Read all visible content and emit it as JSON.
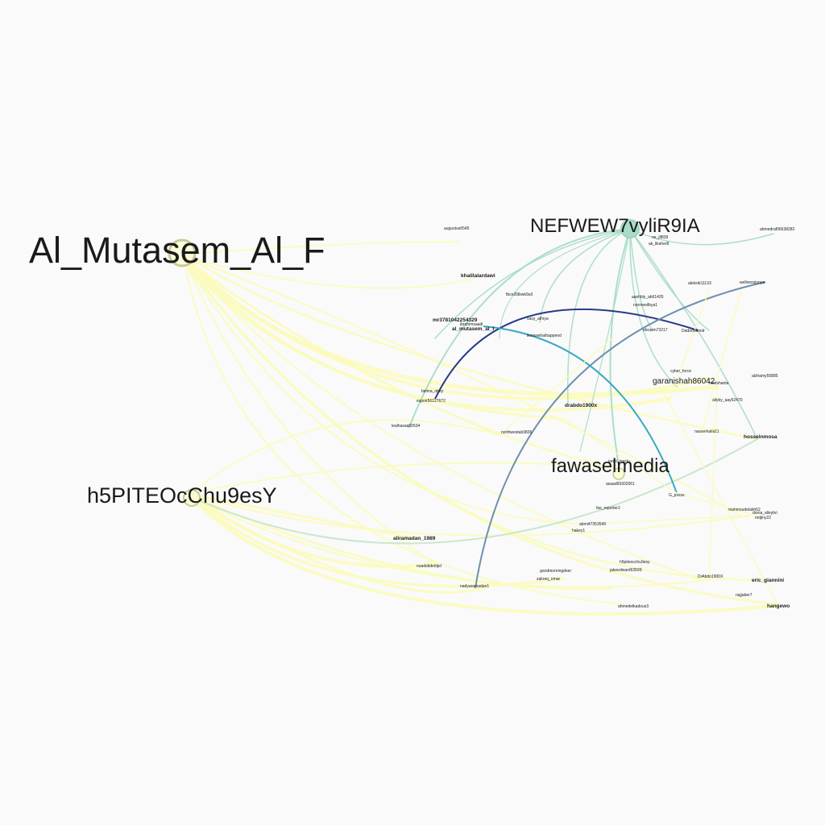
{
  "graph": {
    "nodes": [
      {
        "id": "Al_Mutasem_Al_F",
        "size": "huge",
        "color": "#fbfbd6",
        "stroke": "#c8c89a"
      },
      {
        "id": "NEFWEW7vyliR9IA",
        "size": "hub",
        "color": "#a8dcc6",
        "stroke": "#9fd3bd"
      },
      {
        "id": "h5PITEOcChu9esY",
        "size": "big",
        "color": "#fbfbd6",
        "stroke": "#c8c89a"
      },
      {
        "id": "fawaselmedia",
        "size": "big",
        "color": "#fbfbd6",
        "stroke": "#c8c89a"
      },
      {
        "id": "augustus6545",
        "size": "tiny"
      },
      {
        "id": "khalilalardawi",
        "size": "bold"
      },
      {
        "id": "ahmedraf06638282",
        "size": "tiny"
      },
      {
        "id": "ne_jlf839",
        "size": "tiny"
      },
      {
        "id": "ak_liksher8",
        "size": "tiny"
      },
      {
        "id": "fbcn26lbwk9u0",
        "size": "tiny"
      },
      {
        "id": "aleksib11133",
        "size": "tiny"
      },
      {
        "id": "wellnessjonya",
        "size": "tiny"
      },
      {
        "id": "aashbly_ab61435",
        "size": "tiny"
      },
      {
        "id": "normeeilbya1",
        "size": "tiny"
      },
      {
        "id": "mr3781042254329",
        "size": "bold"
      },
      {
        "id": "sasy_alhrya",
        "size": "tiny"
      },
      {
        "id": "ibrahimsaadi",
        "size": "tiny"
      },
      {
        "id": "al_mutasem_al_f",
        "size": "bold"
      },
      {
        "id": "iknowwhathappend",
        "size": "tiny"
      },
      {
        "id": "ebrazm72217",
        "size": "tiny"
      },
      {
        "id": "Dadoohamid",
        "size": "tiny"
      },
      {
        "id": "cyber_force",
        "size": "tiny"
      },
      {
        "id": "garanishah86042",
        "size": "big-mid"
      },
      {
        "id": "haidshanta",
        "size": "tiny"
      },
      {
        "id": "alzhamy55885",
        "size": "tiny"
      },
      {
        "id": "fatima_obey",
        "size": "tiny"
      },
      {
        "id": "espoir56127672",
        "size": "tiny"
      },
      {
        "id": "drabdo1900x",
        "size": "bold"
      },
      {
        "id": "allyby_aay52470",
        "size": "tiny"
      },
      {
        "id": "lealhasaq60534",
        "size": "tiny"
      },
      {
        "id": "northwestab3836",
        "size": "tiny"
      },
      {
        "id": "nasserkaila11",
        "size": "tiny"
      },
      {
        "id": "hosselnmosa",
        "size": "bold"
      },
      {
        "id": "janet_lanslu",
        "size": "tiny"
      },
      {
        "id": "asaad69302061",
        "size": "tiny"
      },
      {
        "id": "G_pssss",
        "size": "tiny"
      },
      {
        "id": "fas_reporter2",
        "size": "tiny"
      },
      {
        "id": "mahmoudelakh62",
        "size": "tiny"
      },
      {
        "id": "donia_alleybri",
        "size": "tiny"
      },
      {
        "id": "mdjiny22",
        "size": "tiny"
      },
      {
        "id": "abmi47353549",
        "size": "tiny"
      },
      {
        "id": "hakey1",
        "size": "tiny"
      },
      {
        "id": "aliramadan_1989",
        "size": "bold"
      },
      {
        "id": "ouadsbdeldjel",
        "size": "tiny"
      },
      {
        "id": "h5piteocchu9esy",
        "size": "tiny"
      },
      {
        "id": "goodmorningdeer",
        "size": "tiny"
      },
      {
        "id": "jakeedward63599",
        "size": "tiny"
      },
      {
        "id": "zakreq_omar",
        "size": "tiny"
      },
      {
        "id": "DrAbdo1900X",
        "size": "tiny"
      },
      {
        "id": "eric_giannini",
        "size": "bold"
      },
      {
        "id": "nadyaramadan1",
        "size": "tiny"
      },
      {
        "id": "najjaber7",
        "size": "tiny"
      },
      {
        "id": "ahmedelkadous3",
        "size": "tiny"
      },
      {
        "id": "hangewo",
        "size": "bold"
      }
    ],
    "edge_colors": {
      "from_al_mutasem": "#fbfbbd",
      "from_h5pite": "#fbfbbd",
      "from_nefwew": "#a8dcc6",
      "dark_blue": "#273a8c",
      "slate_blue": "#6f8fae",
      "teal": "#3aa9c2",
      "pale_green": "#c9e7cf"
    }
  }
}
